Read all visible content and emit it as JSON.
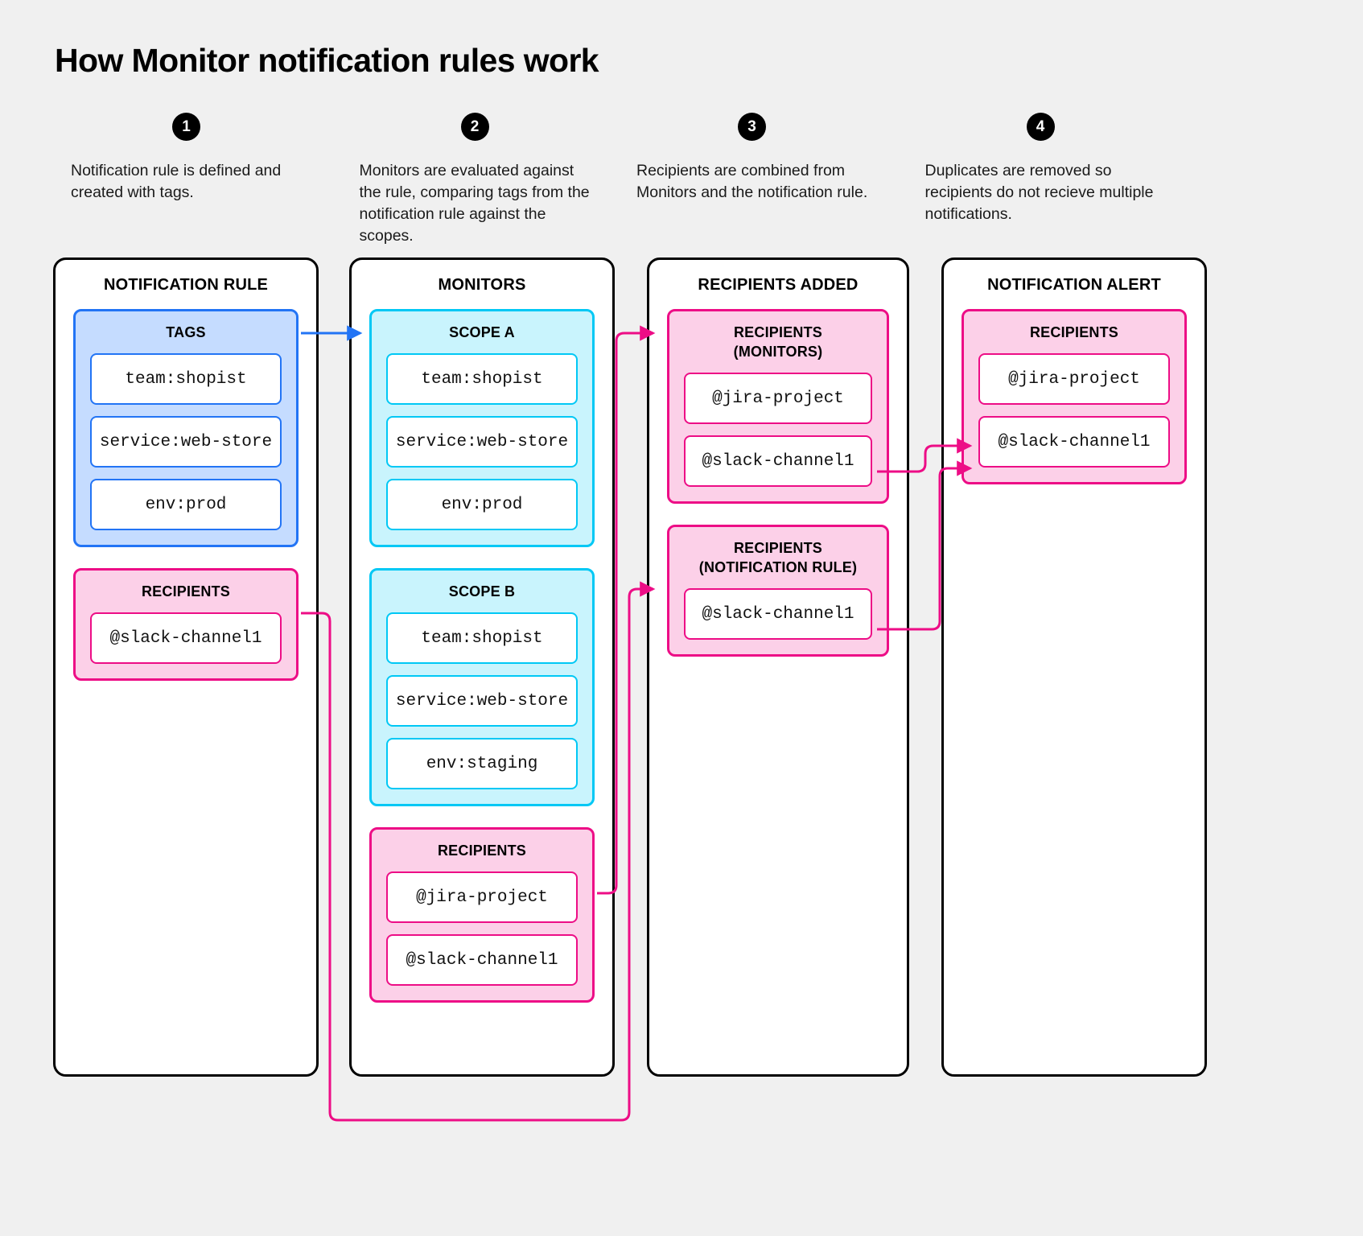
{
  "page": {
    "title": "How Monitor notification rules work",
    "background": "#f0f0f0"
  },
  "colors": {
    "blue_fill": "#c5dcff",
    "blue_stroke": "#2274f5",
    "cyan_fill": "#c9f4fd",
    "cyan_stroke": "#00c8f5",
    "pink_fill": "#fcd0e8",
    "pink_stroke": "#ed0d86",
    "panel_stroke": "#000000"
  },
  "steps": [
    {
      "number": "1",
      "text": "Notification rule is defined and created with tags."
    },
    {
      "number": "2",
      "text": "Monitors are evaluated against the rule, comparing tags from the notification rule against the scopes."
    },
    {
      "number": "3",
      "text": "Recipients are combined from Monitors and the notification rule."
    },
    {
      "number": "4",
      "text": "Duplicates are removed so recipients do not recieve multiple notifications."
    }
  ],
  "columns": [
    {
      "id": "notification-rule",
      "title": "NOTIFICATION RULE",
      "groups": [
        {
          "id": "tags",
          "title": "TAGS",
          "style": "blue",
          "items": [
            "team:shopist",
            "service:web-store",
            "env:prod"
          ]
        },
        {
          "id": "recipients",
          "title": "RECIPIENTS",
          "style": "pink",
          "items": [
            "@slack-channel1"
          ]
        }
      ]
    },
    {
      "id": "monitors",
      "title": "MONITORS",
      "groups": [
        {
          "id": "scope-a",
          "title": "SCOPE A",
          "style": "cyan",
          "items": [
            "team:shopist",
            "service:web-store",
            "env:prod"
          ]
        },
        {
          "id": "scope-b",
          "title": "SCOPE B",
          "style": "cyan",
          "items": [
            "team:shopist",
            "service:web-store",
            "env:staging"
          ]
        },
        {
          "id": "recipients",
          "title": "RECIPIENTS",
          "style": "pink",
          "items": [
            "@jira-project",
            "@slack-channel1"
          ]
        }
      ]
    },
    {
      "id": "recipients-added",
      "title": "RECIPIENTS ADDED",
      "groups": [
        {
          "id": "recipients-monitors",
          "title": "RECIPIENTS\n(MONITORS)",
          "style": "pink",
          "items": [
            "@jira-project",
            "@slack-channel1"
          ]
        },
        {
          "id": "recipients-notification-rule",
          "title": "RECIPIENTS\n(NOTIFICATION RULE)",
          "style": "pink",
          "items": [
            "@slack-channel1"
          ]
        }
      ]
    },
    {
      "id": "notification-alert",
      "title": "NOTIFICATION ALERT",
      "groups": [
        {
          "id": "recipients",
          "title": "RECIPIENTS",
          "style": "pink",
          "items": [
            "@jira-project",
            "@slack-channel1"
          ]
        }
      ]
    }
  ],
  "connectors": [
    {
      "id": "tags-to-scope-a",
      "color": "#2274f5",
      "from": "notification-rule.tags",
      "to": "monitors.scope-a"
    },
    {
      "id": "rule-recipients-to-recipients-notification-rule",
      "color": "#ed0d86",
      "from": "notification-rule.recipients",
      "to": "recipients-added.recipients-notification-rule"
    },
    {
      "id": "monitor-recipients-to-recipients-monitors",
      "color": "#ed0d86",
      "from": "monitors.recipients",
      "to": "recipients-added.recipients-monitors"
    },
    {
      "id": "monitors-slack-to-alert-slack",
      "color": "#ed0d86",
      "from": "recipients-added.recipients-monitors.@slack-channel1",
      "to": "notification-alert.recipients.@slack-channel1"
    },
    {
      "id": "rule-slack-to-alert-slack",
      "color": "#ed0d86",
      "from": "recipients-added.recipients-notification-rule.@slack-channel1",
      "to": "notification-alert.recipients.@slack-channel1"
    }
  ]
}
